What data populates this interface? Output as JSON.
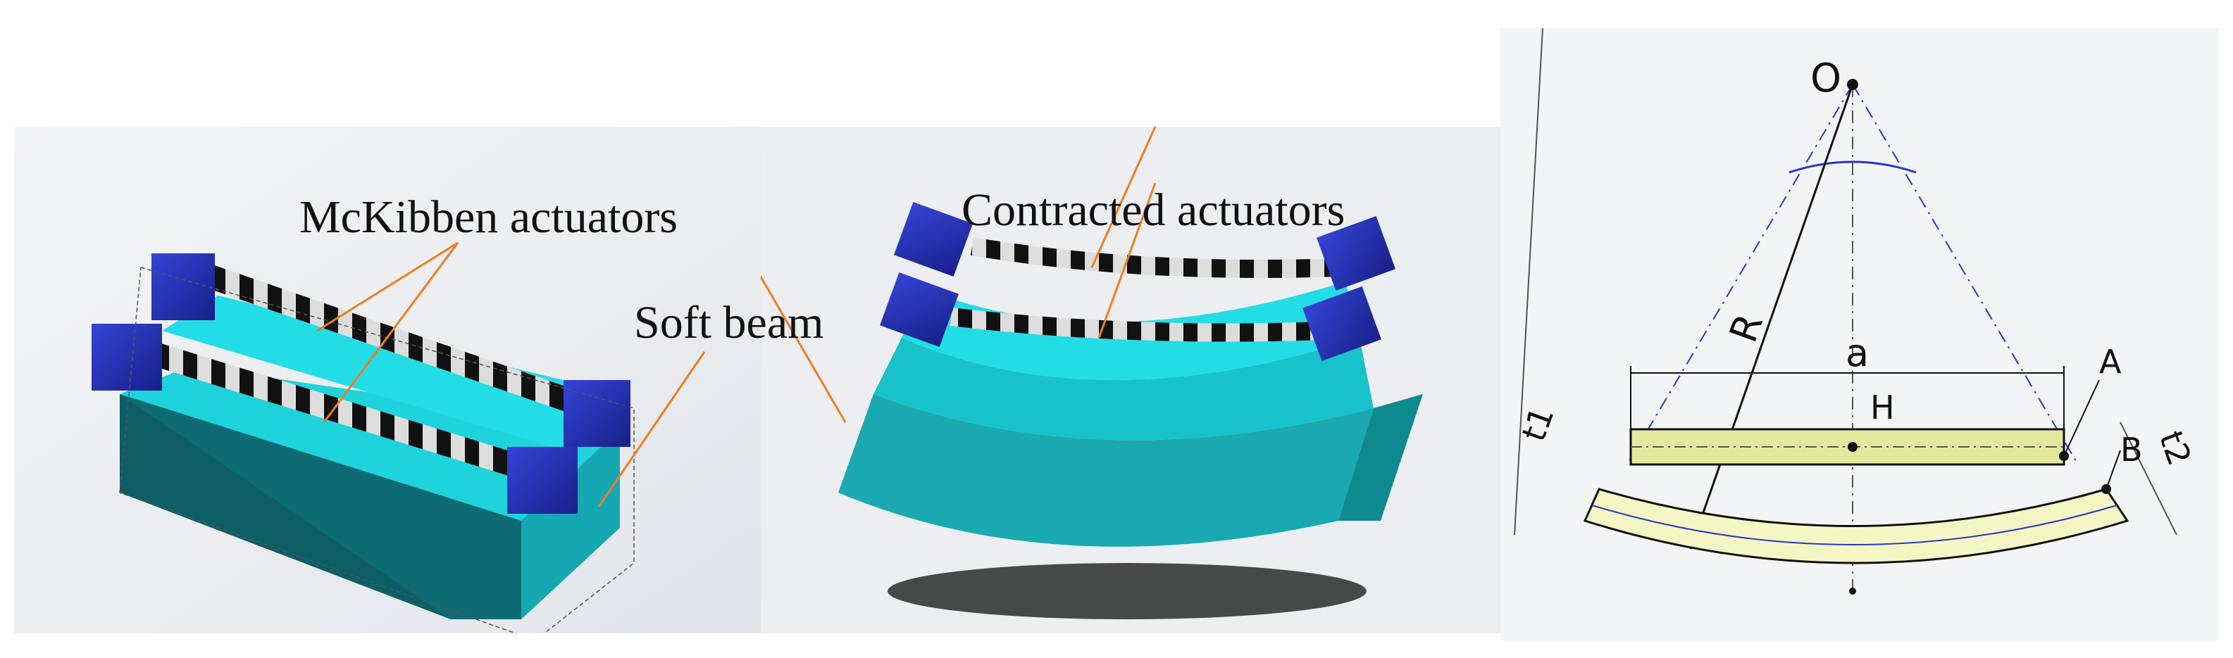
{
  "labels": {
    "mckibben": "McKibben actuators",
    "soft_beam": "Soft beam",
    "contracted": "Contracted actuators"
  },
  "geometry_labels": {
    "O": "O",
    "R": "R",
    "a": "a",
    "H": "H",
    "A": "A",
    "B": "B",
    "t1": "t1",
    "t2": "t2"
  },
  "colors": {
    "beam_dark": "#0f6b73",
    "beam_light": "#1fd3dc",
    "block_blue": "#1f2fb0",
    "leader_orange": "#f07d1c",
    "beam_yellow": "#f4f7c4",
    "construction_blue": "#2a35c8"
  }
}
